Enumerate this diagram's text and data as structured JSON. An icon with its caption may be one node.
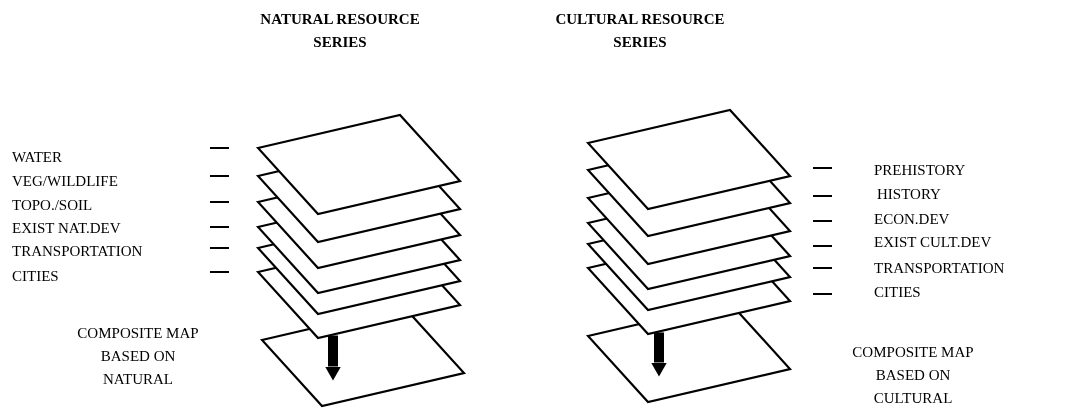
{
  "diagram": {
    "nodes": [
      {
        "text": [],
        "shape": "sheet"
      },
      {
        "text": [],
        "shape": "sheet"
      },
      {
        "text": [],
        "shape": "sheet"
      },
      {
        "text": [],
        "shape": "sheet"
      },
      {
        "text": [],
        "shape": "sheet"
      },
      {
        "text": [],
        "shape": "sheet"
      },
      {
        "text": [],
        "shape": "sheet"
      },
      {
        "text": [],
        "shape": "sheet"
      },
      {
        "text": [],
        "shape": "sheet"
      },
      {
        "text": [],
        "shape": "sheet"
      },
      {
        "text": [],
        "shape": "sheet"
      },
      {
        "text": [],
        "shape": "sheet"
      },
      {
        "text": [],
        "shape": "sheet"
      },
      {
        "text": [],
        "shape": "sheet"
      }
    ],
    "edges": [
      {
        "from": 5,
        "to": 6,
        "arrow": "to"
      },
      {
        "from": 12,
        "to": 13,
        "arrow": "to"
      }
    ],
    "labels": [
      "NATURAL RESOURCE SERIES",
      "CULTURAL RESOURCE SERIES",
      "WATER",
      "VEG/WILDLIFE",
      "TOPO./SOIL",
      "EXIST NAT.DEV",
      "TRANSPORTATION",
      "CITIES",
      "PREHISTORY",
      "HISTORY",
      "ECON.DEV",
      "EXIST CULT.DEV",
      "TRANSPORTATION",
      "CITIES",
      "COMPOSITE MAP BASED ON NATURAL",
      "COMPOSITE MAP BASED ON CULTURAL"
    ]
  }
}
